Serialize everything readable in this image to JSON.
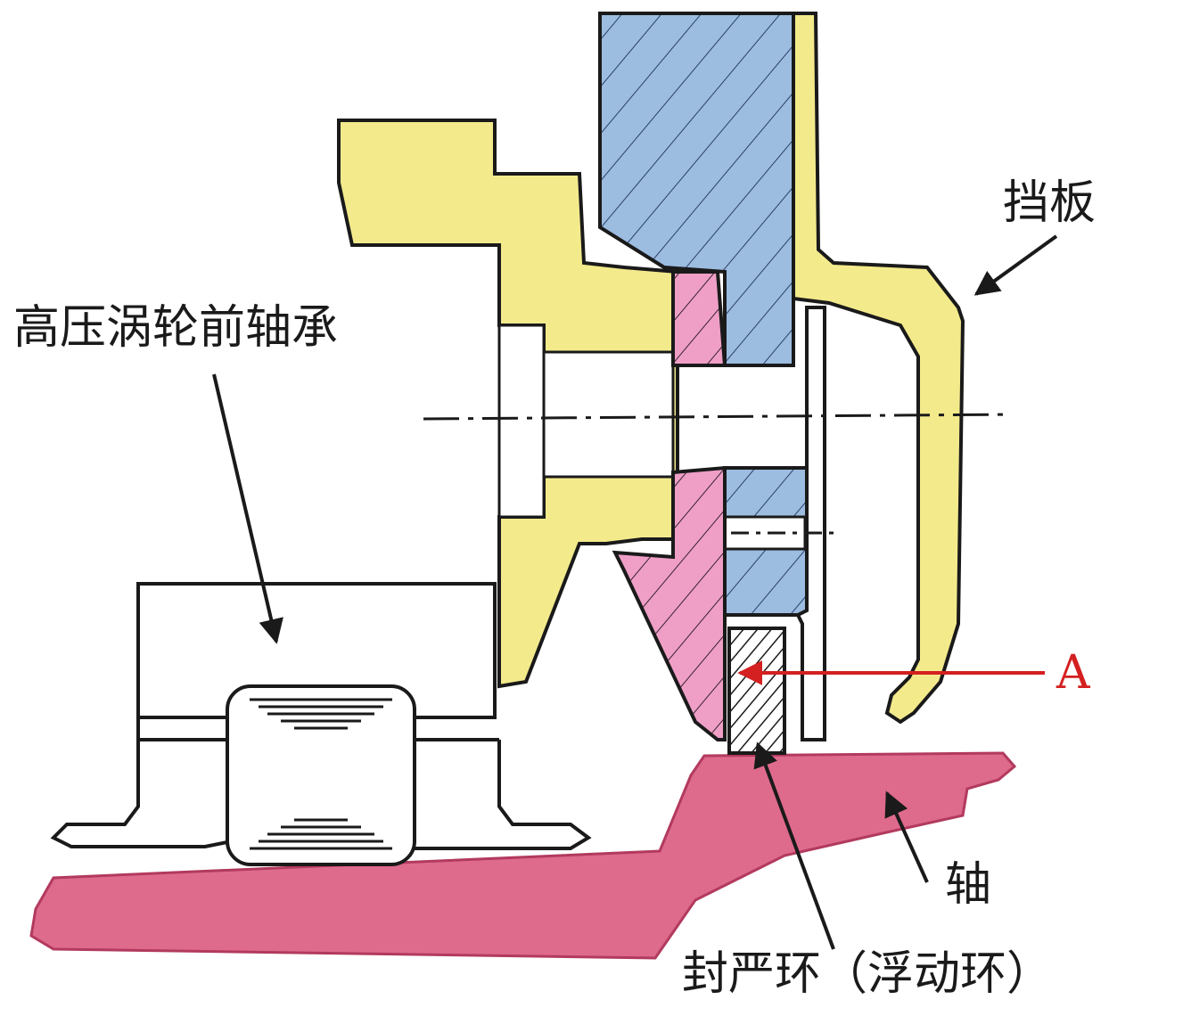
{
  "labels": {
    "bearing": "高压涡轮前轴承",
    "baffle": "挡板",
    "point_a": "A",
    "shaft": "轴",
    "seal_ring": "封严环（浮动环）"
  },
  "colors": {
    "yellow_part": "#f3ea8c",
    "blue_part": "#9cbce0",
    "pink_part": "#ef9fc6",
    "shaft": "#de6a8c",
    "outline": "#1a1a1a",
    "arrow_a": "#d42020",
    "text": "#1a1a1a"
  }
}
